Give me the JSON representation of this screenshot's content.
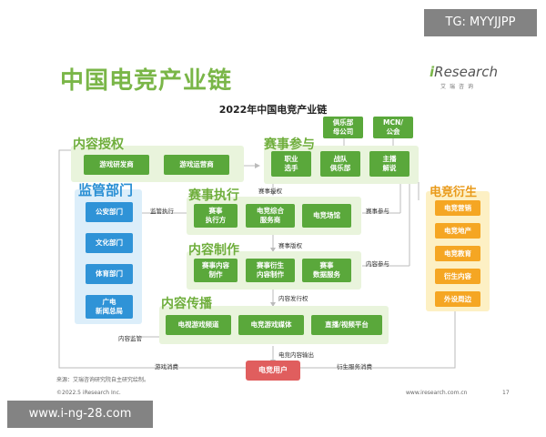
{
  "watermark_top": "TG: MYYJJPP",
  "watermark_bottom": "www.i-ng-28.com",
  "page_title": "中国电竞产业链",
  "logo": {
    "prefix": "i",
    "name": "Research",
    "sub": "艾瑞咨询"
  },
  "chart_title": "2022年中国电竞产业链",
  "sections": {
    "licensing": {
      "title": "内容授权",
      "items": [
        "游戏研发商",
        "游戏运营商"
      ]
    },
    "participants": {
      "title": "赛事参与",
      "items": [
        "职业\n选手",
        "战队\n俱乐部",
        "主播\n解说"
      ],
      "top": [
        "俱乐部\n母公司",
        "MCN/\n公会"
      ]
    },
    "regulation": {
      "title": "监管部门",
      "items": [
        "公安部门",
        "文化部门",
        "体育部门",
        "广电\n新闻总局"
      ]
    },
    "execution": {
      "title": "赛事执行",
      "items": [
        "赛事\n执行方",
        "电竞综合\n服务商",
        "电竞场馆"
      ]
    },
    "production": {
      "title": "内容制作",
      "items": [
        "赛事内容\n制作",
        "赛事衍生\n内容制作",
        "赛事\n数据服务"
      ]
    },
    "distribution": {
      "title": "内容传播",
      "items": [
        "电视游戏频道",
        "电竞游戏媒体",
        "直播/视频平台"
      ]
    },
    "derivatives": {
      "title": "电竞衍生",
      "items": [
        "电竞营销",
        "电竞地产",
        "电竞教育",
        "衍生内容",
        "外设周边"
      ]
    },
    "users": {
      "label": "电竞用户"
    }
  },
  "labels": {
    "event_license": "赛事授权",
    "regulation_exec": "监管执行",
    "participation_1": "赛事参与",
    "copyright": "赛事版权",
    "participation_2": "内容参与",
    "distribution_rights": "内容发行权",
    "supervision": "内容监管",
    "content_output": "电竞内容输出",
    "game_spend": "游戏消费",
    "derivative_spend": "衍生服务消费"
  },
  "footer": {
    "source": "来源：艾瑞咨询研究院自主研究绘制。",
    "copyright": "©2022.5 iResearch Inc.",
    "url": "www.iresearch.com.cn",
    "page": "17"
  },
  "colors": {
    "green": "#5aa83b",
    "blue": "#2f93d7",
    "orange": "#f5a623",
    "red": "#e05e5e"
  }
}
